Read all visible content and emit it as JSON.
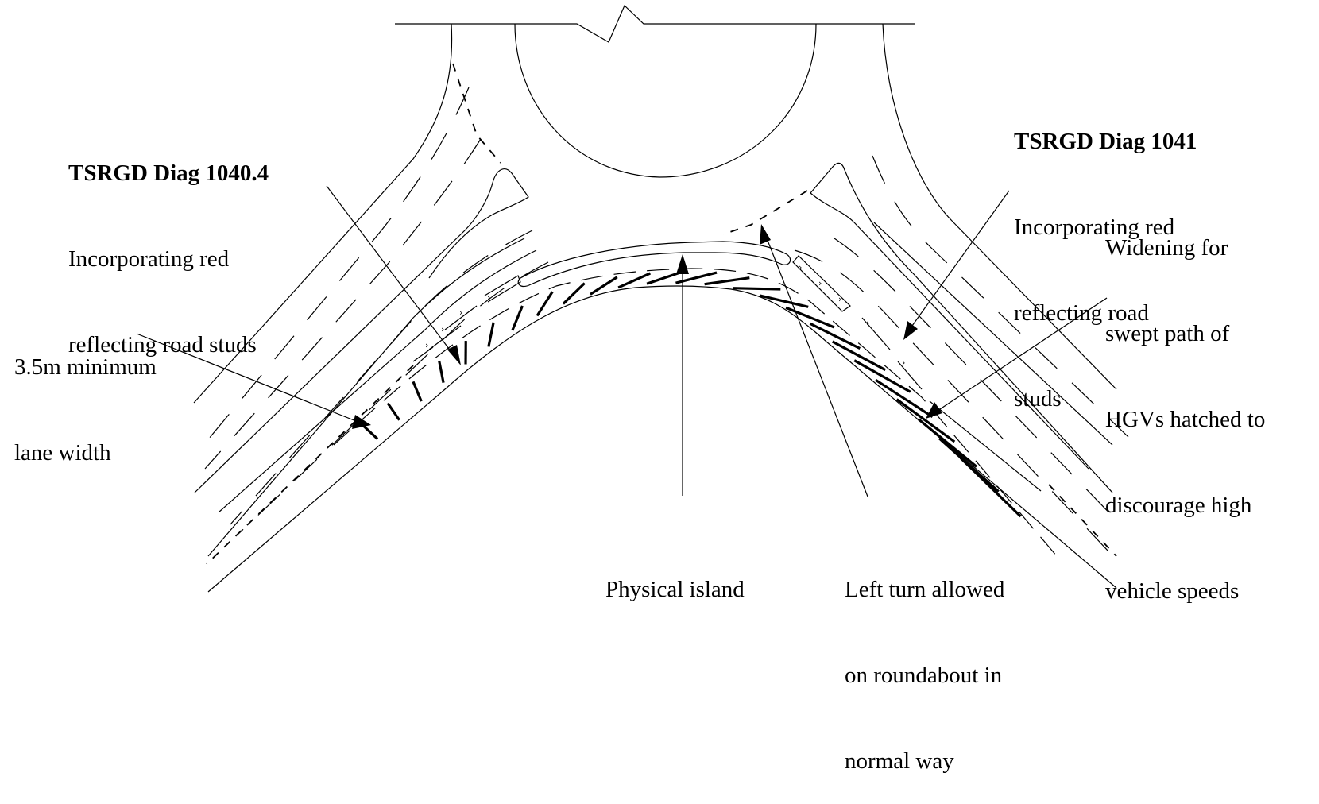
{
  "diagram": {
    "title": "Roundabout exit with physical island and HGV swept-path hatching",
    "labels": {
      "diag_1040_4": {
        "heading": "TSRGD Diag 1040.4",
        "lines": [
          "Incorporating red",
          "reflecting road studs"
        ]
      },
      "lane_width": {
        "lines": [
          "3.5m minimum",
          "lane width"
        ]
      },
      "diag_1041": {
        "heading": "TSRGD Diag 1041",
        "lines": [
          "Incorporating red",
          "reflecting road",
          "studs"
        ]
      },
      "widening": {
        "lines": [
          "Widening for",
          "swept path of",
          "HGVs hatched to",
          "discourage high",
          "vehicle speeds"
        ]
      },
      "physical_island": {
        "lines": [
          "Physical island"
        ]
      },
      "left_turn": {
        "lines": [
          "Left turn allowed",
          "on roundabout in",
          "normal way"
        ]
      }
    },
    "elements": [
      "roundabout-edge-with-break-symbol",
      "central-island",
      "left-approach-lanes",
      "right-exit-lanes",
      "physical-island",
      "hgv-hatched-widening",
      "road-stud-markings"
    ]
  }
}
